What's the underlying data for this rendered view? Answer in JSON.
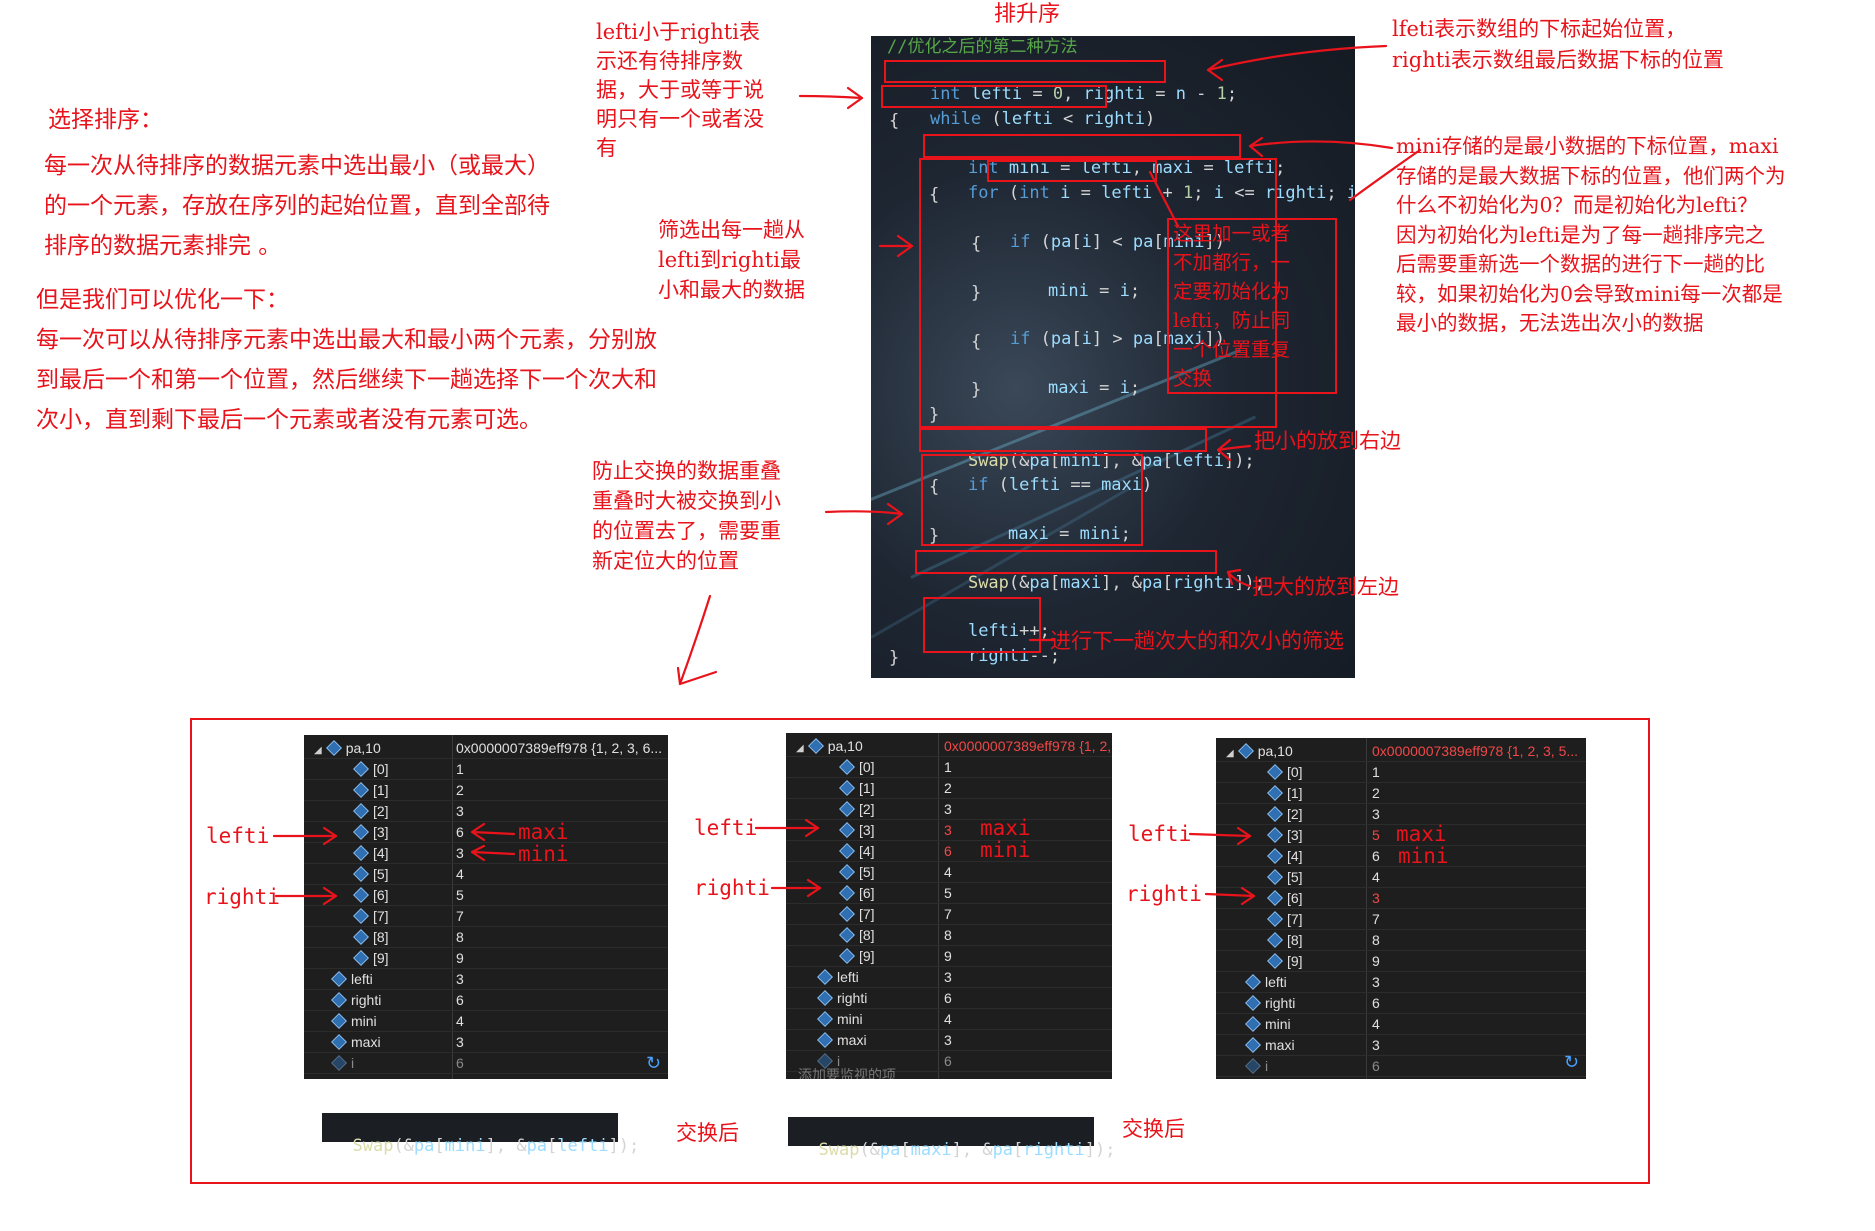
{
  "intro": {
    "title": "选择排序：",
    "p1": [
      "每一次从待排序的数据元素中选出最小（或最大）",
      "的一个元素，存放在序列的起始位置，直到全部待",
      "排序的数据元素排完 。"
    ],
    "p2": [
      "但是我们可以优化一下：",
      "每一次可以从待排序元素中选出最大和最小两个元素，分别放",
      "到最后一个和第一个位置，然后继续下一趟选择下一个次大和",
      "次小，直到剩下最后一个元素或者没有元素可选。"
    ]
  },
  "heading": "排升序",
  "annotations": {
    "lefti_lt_righti": [
      "lefti小于righti表",
      "示还有待排序数",
      "据，大于或等于说",
      "明只有一个或者没",
      "有"
    ],
    "lfeti_desc": [
      "lfeti表示数组的下标起始位置，",
      "righti表示数组最后数据下标的位置"
    ],
    "mini_desc": [
      "mini存储的是最小数据的下标位置，maxi",
      "存储的是最大数据下标的位置，他们两个为",
      "什么不初始化为0？而是初始化为lefti？",
      "因为初始化为lefti是为了每一趟排序完之",
      "后需要重新选一个数据的进行下一趟的比",
      "较，如果初始化为0会导致mini每一次都是",
      "最小的数据，无法选出次小的数据"
    ],
    "filter_desc": [
      "筛选出每一趟从",
      "lefti到righti最",
      "小和最大的数据"
    ],
    "plus_one": [
      "这里加一或者",
      "不加都行，一",
      "定要初始化为",
      "lefti，防止同",
      "一个位置重复",
      "交换"
    ],
    "put_small": "把小的放到右边",
    "overlap_desc": [
      "防止交换的数据重叠",
      "重叠时大被交换到小",
      "的位置去了，需要重",
      "新定位大的位置"
    ],
    "put_big": "把大的放到左边",
    "next_round": "进行下一趟次大的和次小的筛选"
  },
  "code": {
    "comment": "//优化之后的第二种方法",
    "l1": [
      "int",
      " lefti",
      " = ",
      "0",
      ", ",
      "righti",
      " = ",
      "n",
      " - ",
      "1",
      ";"
    ],
    "l2": [
      "while",
      " (",
      "lefti",
      " < ",
      "righti",
      ")"
    ],
    "l3": "{",
    "l4": [
      "int",
      " mini",
      " = ",
      "lefti",
      ", ",
      "maxi",
      " = ",
      "lefti",
      ";"
    ],
    "l5": [
      "for",
      " (",
      "int",
      " i",
      " = ",
      "lefti",
      " + ",
      "1",
      "; ",
      "i",
      " <= ",
      "righti",
      "; ",
      "i",
      "++)"
    ],
    "l6": "{",
    "l7": [
      "if",
      " (",
      "pa",
      "[",
      "i",
      "] < ",
      "pa",
      "[",
      "mini",
      "])"
    ],
    "l8": "{",
    "l9": [
      "mini",
      " = ",
      "i",
      ";"
    ],
    "l10": "}",
    "l11": [
      "if",
      " (",
      "pa",
      "[",
      "i",
      "] > ",
      "pa",
      "[",
      "maxi",
      "])"
    ],
    "l12": "{",
    "l13": [
      "maxi",
      " = ",
      "i",
      ";"
    ],
    "l14": "}",
    "l15": "}",
    "l16": [
      "Swap",
      "(&",
      "pa",
      "[",
      "mini",
      "], &",
      "pa",
      "[",
      "lefti",
      "]);"
    ],
    "l17": [
      "if",
      " (",
      "lefti",
      " == ",
      "maxi",
      ")"
    ],
    "l18": "{",
    "l19": [
      "maxi",
      " = ",
      "mini",
      ";"
    ],
    "l20": "}",
    "l21": [
      "Swap",
      "(&",
      "pa",
      "[",
      "maxi",
      "], &",
      "pa",
      "[",
      "righti",
      "]);"
    ],
    "l22": [
      "lefti",
      "++;"
    ],
    "l23": [
      "righti",
      "--;"
    ],
    "l24": "}"
  },
  "watches": [
    {
      "header_name": "pa,10",
      "header_val": "0x0000007389eff978 {1, 2, 3, 6...",
      "rows": [
        {
          "name": "[0]",
          "val": "1"
        },
        {
          "name": "[1]",
          "val": "2"
        },
        {
          "name": "[2]",
          "val": "3"
        },
        {
          "name": "[3]",
          "val": "6"
        },
        {
          "name": "[4]",
          "val": "3"
        },
        {
          "name": "[5]",
          "val": "4"
        },
        {
          "name": "[6]",
          "val": "5"
        },
        {
          "name": "[7]",
          "val": "7"
        },
        {
          "name": "[8]",
          "val": "8"
        },
        {
          "name": "[9]",
          "val": "9"
        }
      ],
      "vars": [
        {
          "name": "lefti",
          "val": "3"
        },
        {
          "name": "righti",
          "val": "6"
        },
        {
          "name": "mini",
          "val": "4"
        },
        {
          "name": "maxi",
          "val": "3"
        },
        {
          "name": "i",
          "val": "6"
        }
      ]
    },
    {
      "header_name": "pa,10",
      "header_val": "0x0000007389eff978 {1, 2,",
      "rows": [
        {
          "name": "[0]",
          "val": "1"
        },
        {
          "name": "[1]",
          "val": "2"
        },
        {
          "name": "[2]",
          "val": "3"
        },
        {
          "name": "[3]",
          "val": "3"
        },
        {
          "name": "[4]",
          "val": "6"
        },
        {
          "name": "[5]",
          "val": "4"
        },
        {
          "name": "[6]",
          "val": "5"
        },
        {
          "name": "[7]",
          "val": "7"
        },
        {
          "name": "[8]",
          "val": "8"
        },
        {
          "name": "[9]",
          "val": "9"
        }
      ],
      "vars": [
        {
          "name": "lefti",
          "val": "3"
        },
        {
          "name": "righti",
          "val": "6"
        },
        {
          "name": "mini",
          "val": "4"
        },
        {
          "name": "maxi",
          "val": "3"
        },
        {
          "name": "i",
          "val": "6"
        }
      ],
      "footer": "添加要监视的项"
    },
    {
      "header_name": "pa,10",
      "header_val": "0x0000007389eff978 {1, 2, 3, 5...",
      "rows": [
        {
          "name": "[0]",
          "val": "1"
        },
        {
          "name": "[1]",
          "val": "2"
        },
        {
          "name": "[2]",
          "val": "3"
        },
        {
          "name": "[3]",
          "val": "5"
        },
        {
          "name": "[4]",
          "val": "6"
        },
        {
          "name": "[5]",
          "val": "4"
        },
        {
          "name": "[6]",
          "val": "3"
        },
        {
          "name": "[7]",
          "val": "7"
        },
        {
          "name": "[8]",
          "val": "8"
        },
        {
          "name": "[9]",
          "val": "9"
        }
      ],
      "vars": [
        {
          "name": "lefti",
          "val": "3"
        },
        {
          "name": "righti",
          "val": "6"
        },
        {
          "name": "mini",
          "val": "4"
        },
        {
          "name": "maxi",
          "val": "3"
        },
        {
          "name": "i",
          "val": "6"
        }
      ]
    }
  ],
  "debug_labels": {
    "lefti": "lefti",
    "righti": "righti",
    "maxi": "maxi",
    "mini": "mini"
  },
  "swap_strips": {
    "a": [
      "Swap",
      "(&",
      "pa",
      "[",
      "mini",
      "], &",
      "pa",
      "[",
      "lefti",
      "]);"
    ],
    "b": [
      "Swap",
      "(&",
      "pa",
      "[",
      "maxi",
      "], &",
      "pa",
      "[",
      "righti",
      "]);"
    ]
  },
  "after_swap": "交换后",
  "colors": {
    "annotation": "#e8131b",
    "keyword": "#569cd6",
    "identifier": "#9cdcfe",
    "function": "#dcdcaa",
    "comment": "#57a64a"
  },
  "icons": [
    "member-cube-icon",
    "expand-triangle-icon",
    "refresh-icon"
  ]
}
